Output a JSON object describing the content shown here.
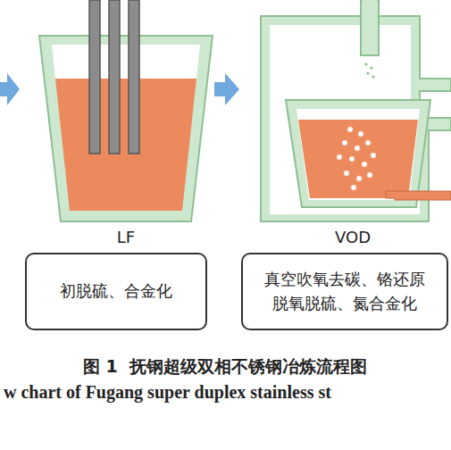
{
  "diagram": {
    "caption": "图 1  抚钢超级双相不锈钢冶炼流程图",
    "nodes": [
      {
        "text": [
          "初脱硫、合金化"
        ]
      },
      {
        "text": [
          "真空吹氧去碳、铬还原 脱氧脱硫、氮合金化"
        ]
      }
    ],
    "labels": [
      "LF",
      "VOD",
      "w chart of Fugang super duplex stainless st"
    ]
  }
}
